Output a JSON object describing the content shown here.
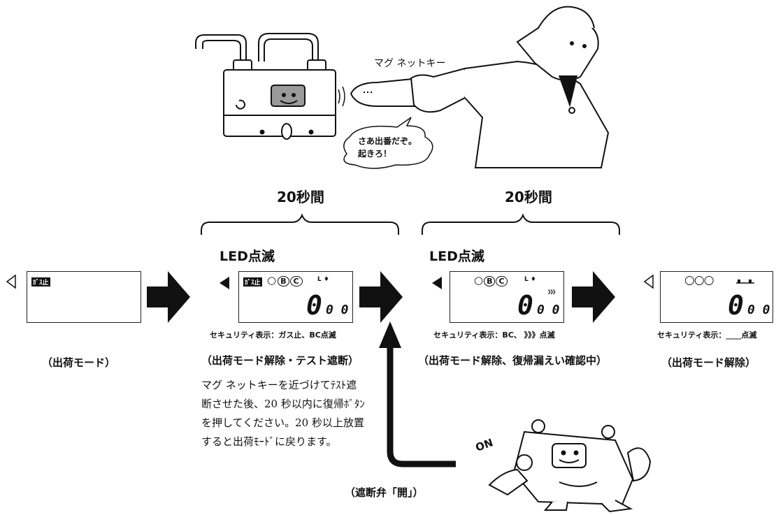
{
  "illustration": {
    "magnet_key_label": "マグ ネットキー",
    "speech_bubble": "さあ出番だぞ。\n起きろ！"
  },
  "timers": [
    {
      "label": "20秒間"
    },
    {
      "label": "20秒間"
    }
  ],
  "led_labels": [
    "LED点滅",
    "LED点滅"
  ],
  "displays": [
    {
      "top_text": "ｶﾞｽ止",
      "digits": "",
      "caption": "",
      "mode": "（出荷モード）"
    },
    {
      "top_text": "ｶﾞｽ止",
      "circles": [
        "○",
        "B",
        "C"
      ],
      "lt": "L ♦",
      "digits": "0",
      "sub_digits": "0 0",
      "caption": "セキュリティ表示：ガス止、BC点滅",
      "mode": "（出荷モード解除・テスト遮断）"
    },
    {
      "circles": [
        "○",
        "B",
        "C"
      ],
      "lt": "L ♦",
      "digits": "0",
      "sub_digits": "0 0",
      "caption": "セキュリティ表示：BC、 》》》点滅",
      "mode": "（出荷モード解除、復帰漏えい確認中）"
    },
    {
      "circles": [
        "○",
        "○",
        "○"
      ],
      "digits": "0",
      "sub_digits": "0 0",
      "caption": "セキュリティ表示：____点滅",
      "mode": "（出荷モード解除）"
    }
  ],
  "note": "マグ ネットキーを近づけてﾃｽﾄ遮断させた後、20 秒以内に復帰ﾎﾞﾀﾝを押してください。20 秒以上放置すると出荷ﾓｰﾄﾞに戻ります。",
  "robot": {
    "on_label": "ON",
    "valve_label": "（遮断弁「開」）"
  },
  "colors": {
    "ink": "#111111",
    "meter_screen": "#9a9a9a"
  }
}
